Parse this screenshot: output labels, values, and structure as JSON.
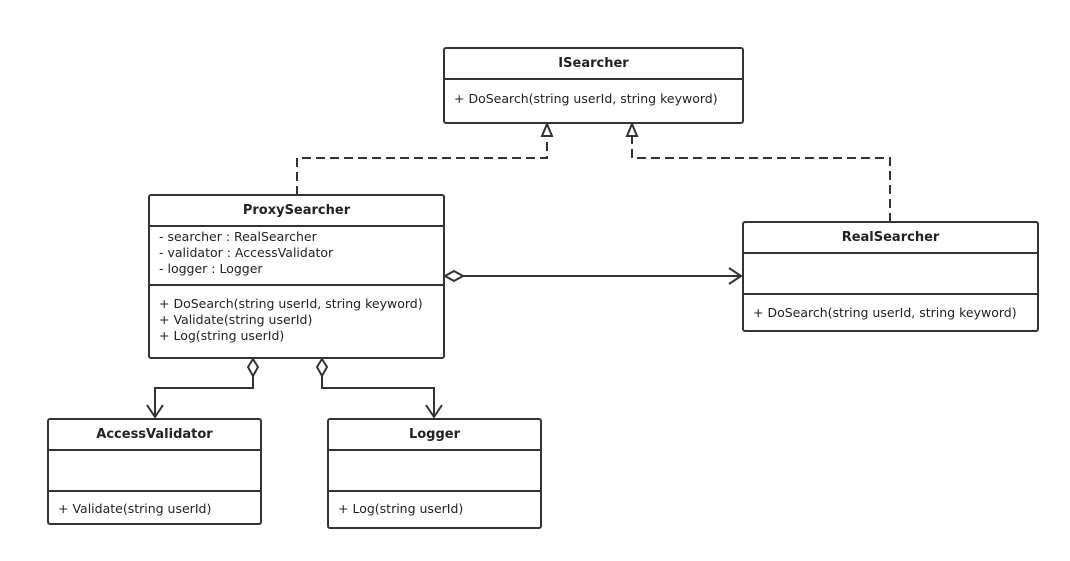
{
  "diagram": {
    "classes": {
      "isearcher": {
        "name": "ISearcher",
        "attributes": [],
        "operations": [
          "+ DoSearch(string userId, string keyword)"
        ]
      },
      "proxy": {
        "name": "ProxySearcher",
        "attributes": [
          "- searcher : RealSearcher",
          "- validator : AccessValidator",
          "- logger : Logger"
        ],
        "operations": [
          "+ DoSearch(string userId, string keyword)",
          "+ Validate(string userId)",
          "+ Log(string userId)"
        ]
      },
      "real": {
        "name": "RealSearcher",
        "attributes": [],
        "operations": [
          "+ DoSearch(string userId, string keyword)"
        ]
      },
      "validator": {
        "name": "AccessValidator",
        "attributes": [],
        "operations": [
          "+ Validate(string userId)"
        ]
      },
      "logger": {
        "name": "Logger",
        "attributes": [],
        "operations": [
          "+ Log(string userId)"
        ]
      }
    },
    "relationships": [
      {
        "type": "realization",
        "from": "ProxySearcher",
        "to": "ISearcher"
      },
      {
        "type": "realization",
        "from": "RealSearcher",
        "to": "ISearcher"
      },
      {
        "type": "aggregation",
        "from": "ProxySearcher",
        "to": "RealSearcher"
      },
      {
        "type": "aggregation",
        "from": "ProxySearcher",
        "to": "AccessValidator"
      },
      {
        "type": "aggregation",
        "from": "ProxySearcher",
        "to": "Logger"
      }
    ]
  }
}
